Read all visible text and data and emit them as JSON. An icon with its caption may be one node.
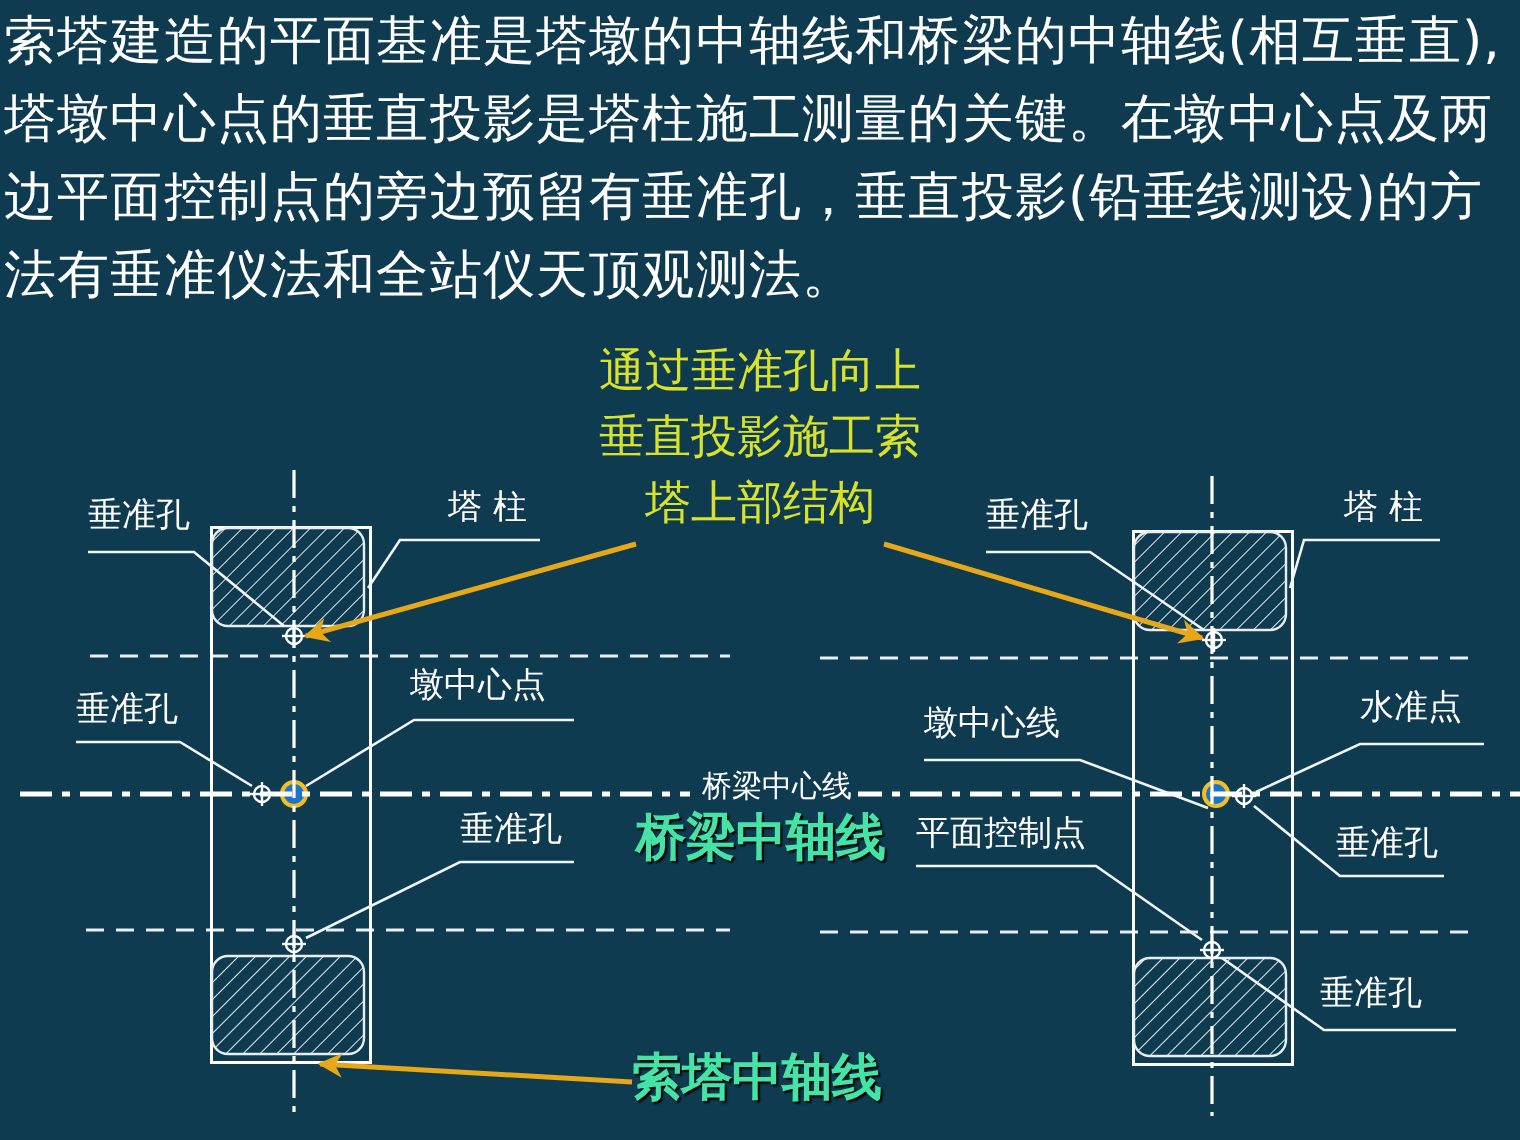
{
  "diagram": {
    "title": "索塔建造的平面基准是塔墩的中轴线和桥梁的中轴线(相互垂直),塔墩中心点的垂直投影是塔柱施工测量的关键。在墩中心点及两边平面控制点的旁边预留有垂准孔，垂直投影(铅垂线测设)的方法有垂准仪法和全站仪天顶观测法。",
    "nodes": [
      {
        "text": [
          "通过垂准孔向上垂直投影施工索塔上部结构"
        ]
      },
      {
        "text": [
          "垂准孔"
        ]
      },
      {
        "text": [
          "塔 柱"
        ]
      },
      {
        "text": [
          "垂准孔"
        ]
      },
      {
        "text": [
          "墩中心点"
        ]
      },
      {
        "text": [
          "垂准孔"
        ]
      },
      {
        "text": [
          "垂准孔"
        ]
      },
      {
        "text": [
          "塔 柱"
        ]
      },
      {
        "text": [
          "墩中心线"
        ]
      },
      {
        "text": [
          "水准点"
        ]
      },
      {
        "text": [
          "平面控制点"
        ]
      },
      {
        "text": [
          "垂准孔"
        ]
      },
      {
        "text": [
          "垂准孔"
        ]
      },
      {
        "text": [
          "索塔中轴线"
        ]
      },
      {
        "text": [],
        "shape": "box"
      },
      {
        "text": [],
        "shape": "circle",
        "in": 14
      },
      {
        "text": [],
        "shape": "circle",
        "in": 14
      },
      {
        "text": [],
        "shape": "circle",
        "in": 14
      },
      {
        "text": [],
        "shape": "circle",
        "in": 14
      },
      {
        "text": [],
        "shape": "box"
      },
      {
        "text": [],
        "shape": "circle",
        "in": 19
      },
      {
        "text": [],
        "shape": "circle",
        "in": 19
      },
      {
        "text": [],
        "shape": "circle",
        "in": 19
      },
      {
        "text": [],
        "shape": "circle",
        "in": 19
      }
    ],
    "edges": [
      {
        "from": 0,
        "to": 15,
        "arrow": "to",
        "color": "#e6a817"
      },
      {
        "from": 0,
        "to": 20,
        "arrow": "to",
        "color": "#e6a817"
      },
      {
        "from": 1,
        "to": 15,
        "arrow": "none"
      },
      {
        "from": 2,
        "to": 14,
        "arrow": "none"
      },
      {
        "from": 3,
        "to": 16,
        "arrow": "none"
      },
      {
        "from": 4,
        "to": 17,
        "arrow": "none"
      },
      {
        "from": 5,
        "to": 18,
        "arrow": "none"
      },
      {
        "from": 6,
        "to": 20,
        "arrow": "none"
      },
      {
        "from": 7,
        "to": 19,
        "arrow": "none"
      },
      {
        "from": 8,
        "to": 21,
        "arrow": "none"
      },
      {
        "from": 9,
        "to": 22,
        "arrow": "none"
      },
      {
        "from": 10,
        "to": 23,
        "arrow": "none"
      },
      {
        "from": 11,
        "to": 22,
        "arrow": "none"
      },
      {
        "from": 12,
        "to": 23,
        "arrow": "none"
      },
      {
        "from": 13,
        "to": 14,
        "arrow": "to",
        "color": "#e6a817"
      }
    ],
    "labels": [
      "桥梁中心线",
      "桥梁中轴线"
    ]
  }
}
